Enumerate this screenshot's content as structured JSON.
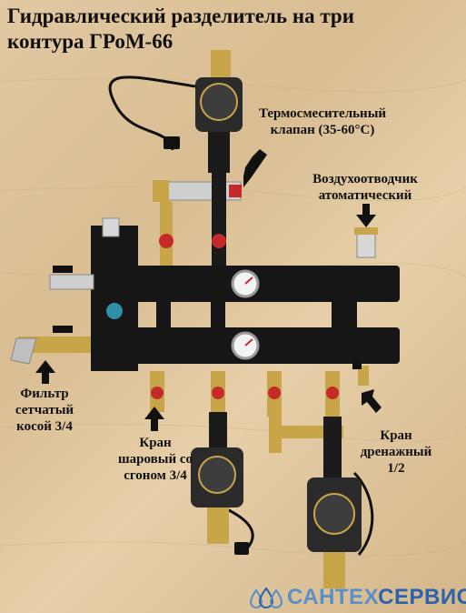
{
  "title": {
    "line1": "Гидравлический разделитель на три",
    "line2": "контура ГРоМ-66"
  },
  "labels": {
    "thermo_valve": {
      "line1": "Термосмесительный",
      "line2": "клапан (35-60°С)"
    },
    "air_vent": {
      "line1": "Воздухоотводчик",
      "line2": "атоматический"
    },
    "filter": {
      "line1": "Фильтр",
      "line2": "сетчатый",
      "line3": "косой 3/4"
    },
    "ball_valve": {
      "line1": "Кран",
      "line2": "шаровый со",
      "line3": "сгоном 3/4"
    },
    "drain_valve": {
      "line1": "Кран",
      "line2": "дренажный",
      "line3": "1/2"
    }
  },
  "brand": {
    "part1": "САНТЕХ",
    "part2": "СЕРВИС"
  },
  "colors": {
    "accent_blue": "#2a62ad",
    "light_blue": "#5b8fc9",
    "manifold": "#161616",
    "brass": "#c9a54a"
  }
}
